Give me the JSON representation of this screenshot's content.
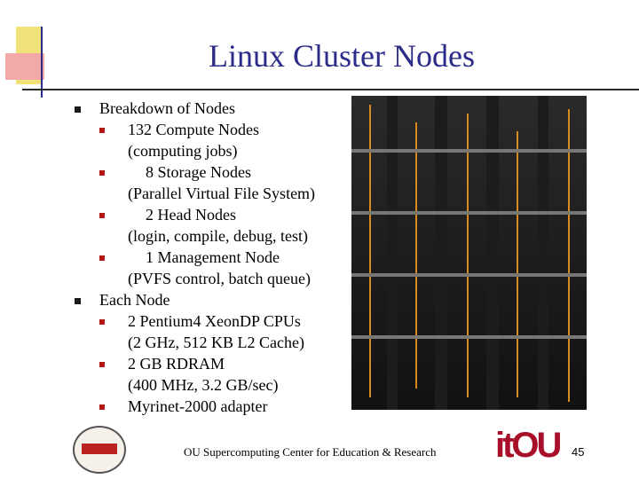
{
  "slide": {
    "title": "Linux Cluster Nodes",
    "bullets": [
      {
        "text": "Breakdown of Nodes",
        "sub": [
          {
            "line1": "132 Compute Nodes",
            "line2": "(computing jobs)"
          },
          {
            "line1": "8 Storage Nodes",
            "line2": "(Parallel Virtual File System)"
          },
          {
            "line1": "2 Head Nodes",
            "line2": "(login, compile, debug, test)"
          },
          {
            "line1": "1 Management Node",
            "line2": "(PVFS control, batch queue)"
          }
        ]
      },
      {
        "text": "Each Node",
        "sub": [
          {
            "line1": "2 Pentium4 XeonDP CPUs",
            "line2": "(2 GHz, 512 KB L2 Cache)"
          },
          {
            "line1": "2 GB RDRAM",
            "line2": "(400 MHz, 3.2 GB/sec)"
          },
          {
            "line1": "Myrinet-2000 adapter",
            "line2": ""
          }
        ]
      }
    ],
    "footer": "OU Supercomputing Center for Education & Research",
    "page_number": "45",
    "logo_right_text": "itOU"
  },
  "colors": {
    "title": "#2b2b8a",
    "sub_bullet": "#b01818",
    "logo_red": "#a8102a"
  }
}
